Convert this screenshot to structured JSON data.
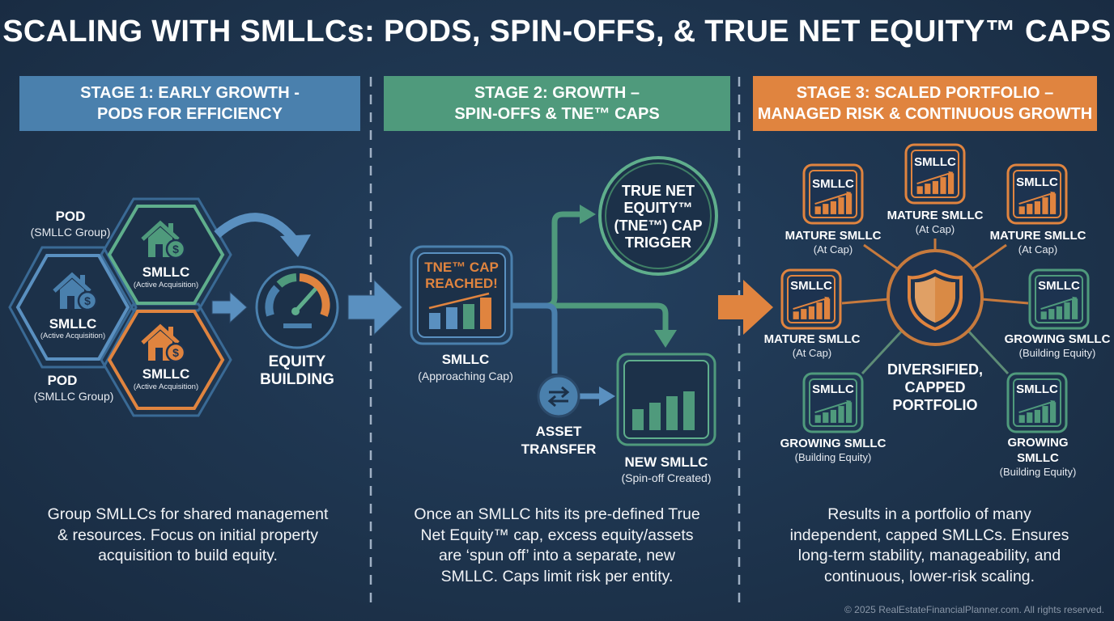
{
  "title": "SCALING WITH SMLLCs: PODS, SPIN-OFFS, & TRUE NET EQUITY™ CAPS",
  "colors": {
    "background": "#1d3350",
    "blue": "#4a80ad",
    "green": "#4f9a7c",
    "orange": "#e0843f"
  },
  "stages": [
    {
      "header_lines": [
        "STAGE 1: EARLY GROWTH -",
        "PODS FOR EFFICIENCY"
      ],
      "description_lines": [
        "Group SMLLCs for shared management",
        "& resources. Focus on initial property",
        "acquisition to build equity."
      ]
    },
    {
      "header_lines": [
        "STAGE 2: GROWTH –",
        "SPIN-OFFS & TNE™ CAPS"
      ],
      "description_lines": [
        "Once an SMLLC hits its pre-defined True",
        "Net Equity™ cap, excess equity/assets",
        "are ‘spun off’ into a separate, new",
        "SMLLC. Caps limit risk per entity."
      ]
    },
    {
      "header_lines": [
        "STAGE 3: SCALED PORTFOLIO –",
        "MANAGED RISK & CONTINUOUS GROWTH"
      ],
      "description_lines": [
        "Results in a portfolio of many",
        "independent, capped SMLLCs. Ensures",
        "long-term stability, manageability, and",
        "continuous, lower-risk scaling."
      ]
    }
  ],
  "stage1": {
    "pod_label": "POD",
    "pod_sub": "(SMLLC Group)",
    "smllc": "SMLLC",
    "smllc_sub": "(Active Acquisition)",
    "equity": [
      "EQUITY",
      "BUILDING"
    ],
    "icons": [
      "house-dollar-icon",
      "gauge-icon",
      "arrow-icon"
    ]
  },
  "stage2": {
    "cap_reached": [
      "TNE™ CAP",
      "REACHED!"
    ],
    "smllc": "SMLLC",
    "smllc_sub": "(Approaching Cap)",
    "trigger": [
      "TRUE NET",
      "EQUITY™",
      "(TNE™) CAP",
      "TRIGGER"
    ],
    "asset_transfer": [
      "ASSET",
      "TRANSFER"
    ],
    "new_smllc": "NEW SMLLC",
    "new_smllc_sub": "(Spin-off Created)"
  },
  "stage3": {
    "box_label": "SMLLC",
    "mature": "MATURE SMLLC",
    "mature_sub": "(At Cap)",
    "growing": "GROWING SMLLC",
    "growing_1": "GROWING",
    "growing_2": "SMLLC",
    "growing_sub": "(Building Equity)",
    "center": [
      "DIVERSIFIED,",
      "CAPPED",
      "PORTFOLIO"
    ],
    "center_icon": "shield-icon"
  },
  "copyright": "© 2025 RealEstateFinancialPlanner.com. All rights reserved."
}
